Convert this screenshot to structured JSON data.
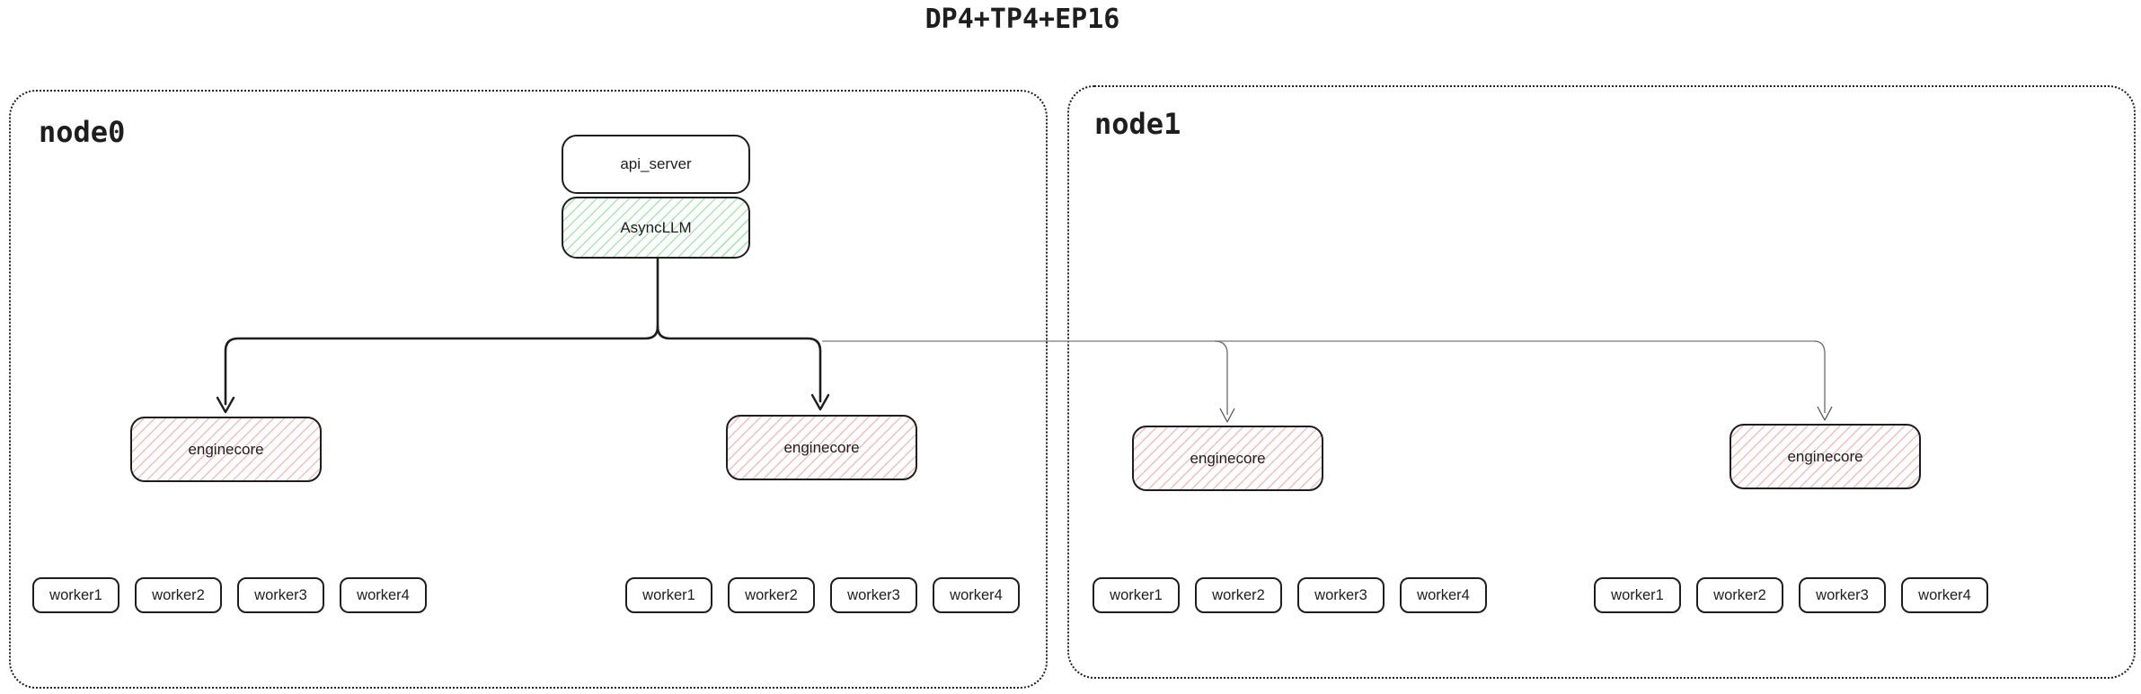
{
  "title": "DP4+TP4+EP16",
  "node0": {
    "label": "node0"
  },
  "node1": {
    "label": "node1"
  },
  "api_server": {
    "label": "api_server"
  },
  "async_llm": {
    "label": "AsyncLLM"
  },
  "enginecores": [
    {
      "label": "enginecore"
    },
    {
      "label": "enginecore"
    },
    {
      "label": "enginecore"
    },
    {
      "label": "enginecore"
    }
  ],
  "worker_groups": [
    [
      "worker1",
      "worker2",
      "worker3",
      "worker4"
    ],
    [
      "worker1",
      "worker2",
      "worker3",
      "worker4"
    ],
    [
      "worker1",
      "worker2",
      "worker3",
      "worker4"
    ],
    [
      "worker1",
      "worker2",
      "worker3",
      "worker4"
    ]
  ],
  "colors": {
    "stroke": "#1e1e1e",
    "green_hatch": "#a9e8b4",
    "red_hatch": "#f5bdbd",
    "thin_line": "#7a7a7a",
    "background": "#ffffff"
  }
}
